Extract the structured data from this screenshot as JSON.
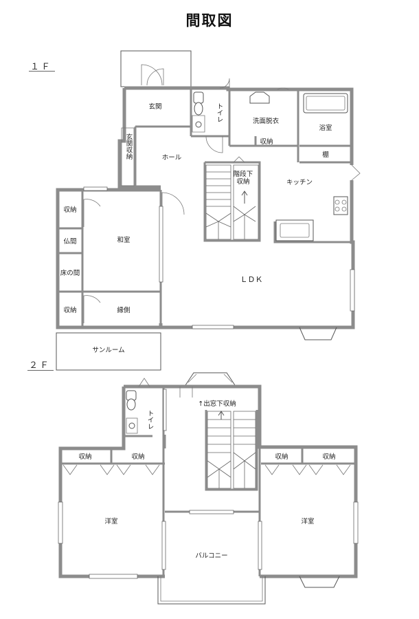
{
  "title": "間取図",
  "floors": {
    "first": {
      "label": "１Ｆ",
      "rooms": {
        "genkan": "玄関",
        "toilet": "トイレ",
        "senmen": "洗面脱衣",
        "yokushitsu": "浴室",
        "genkan_shuno": "玄関収納",
        "hall": "ホール",
        "shuno_small": "収納",
        "tana": "棚",
        "kaidan_shuno": "階段下収納",
        "kitchen": "キッチン",
        "shuno_1": "収納",
        "butsuma": "仏間",
        "washitsu": "和室",
        "tokonoma": "床の間",
        "ldk": "ＬＤＫ",
        "shuno_2": "収納",
        "engawa": "縁側",
        "sunroom": "サンルーム"
      }
    },
    "second": {
      "label": "２Ｆ",
      "rooms": {
        "demado": "↑出窓下収納",
        "toilet": "トイレ",
        "shuno_l1": "収納",
        "shuno_l2": "収納",
        "shuno_r1": "収納",
        "shuno_r2": "収納",
        "yoshitsu_l": "洋室",
        "yoshitsu_r": "洋室",
        "balcony": "バルコニー"
      }
    }
  }
}
